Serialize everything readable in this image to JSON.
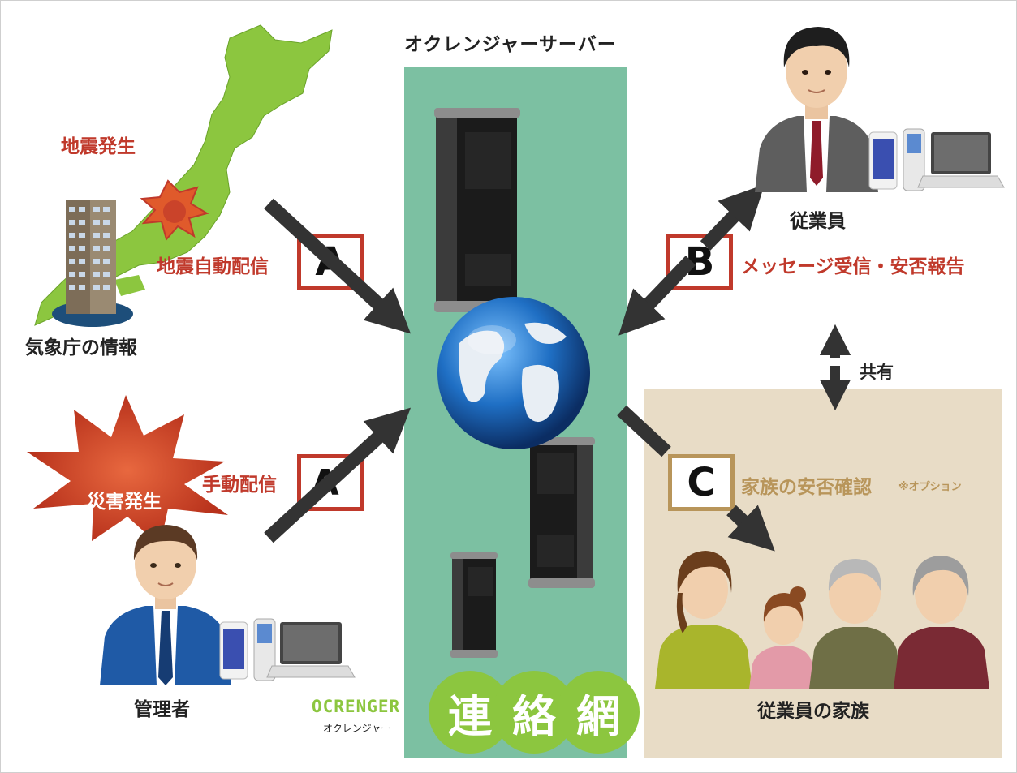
{
  "title": "オクレンジャーサーバー",
  "left": {
    "earthquake_label": "地震発生",
    "jma_label": "気象庁の情報",
    "auto_label": "地震自動配信",
    "disaster_label": "災害発生",
    "manual_label": "手動配信",
    "admin_label": "管理者"
  },
  "routes": {
    "a": "A",
    "a_prime": "A’",
    "b": "B",
    "c": "C"
  },
  "right": {
    "employee_label": "従業員",
    "message_label": "メッセージ受信・安否報告",
    "share_label": "共有",
    "family_check_label": "家族の安否確認",
    "option_note": "※オプション",
    "family_label": "従業員の家族"
  },
  "brand": {
    "name_en": "OCRENGER",
    "name_ja": "オクレンジャー",
    "chars": [
      "連",
      "絡",
      "網"
    ]
  },
  "colors": {
    "accent_red": "#c0392b",
    "server_green": "#7cc0a2",
    "family_beige": "#e8dcc6",
    "gold": "#b8955a",
    "brand_green": "#8cc63f",
    "arrow": "#333333"
  }
}
